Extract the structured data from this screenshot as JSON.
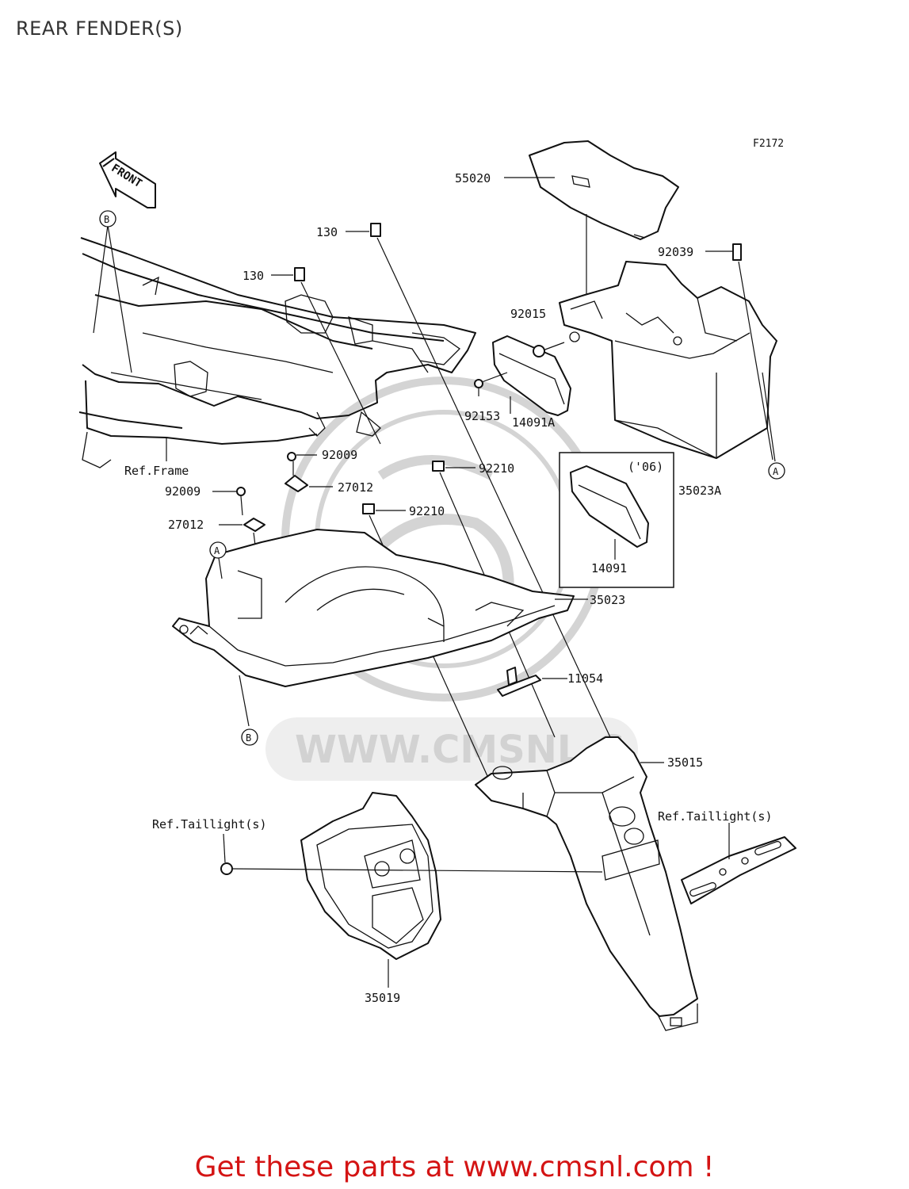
{
  "title": "REAR FENDER(S)",
  "figure_code": "F2172",
  "front_arrow_label": "FRONT",
  "watermark_text": "WWW.CMSNL.C",
  "promo_text": "Get these parts at www.cmsnl.com !",
  "colors": {
    "promo": "#d41414",
    "line": "#111111",
    "watermark": "#d2d2d2"
  },
  "labels": {
    "p55020": "55020",
    "p92039": "92039",
    "p130a": "130",
    "p130b": "130",
    "p92015": "92015",
    "p92153": "92153",
    "p14091A": "14091A",
    "p35023A": "35023A",
    "p92009a": "92009",
    "p92009b": "92009",
    "p27012a": "27012",
    "p27012b": "27012",
    "p92210a": "92210",
    "p92210b": "92210",
    "p06": "('06)",
    "p14091": "14091",
    "p35023": "35023",
    "p11054": "11054",
    "p35015": "35015",
    "p35019": "35019",
    "ref_frame": "Ref.Frame",
    "ref_taillight_left": "Ref.Taillight(s)",
    "ref_taillight_right": "Ref.Taillight(s)"
  },
  "callouts": {
    "a1": "A",
    "a2": "A",
    "b1": "B",
    "b2": "B"
  }
}
